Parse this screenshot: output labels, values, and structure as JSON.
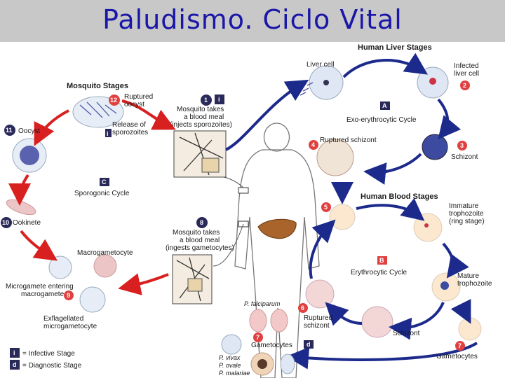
{
  "title": "Paludismo. Ciclo Vital",
  "colors": {
    "title": "#1a16a8",
    "header_bg": "#c8c8c8",
    "arrow_blue": "#1c2a8c",
    "arrow_red": "#d92020",
    "badge_red": "#e04040",
    "badge_dark": "#2a2a5a"
  },
  "sections": {
    "mosquito": "Mosquito Stages",
    "liver": "Human Liver Stages",
    "blood": "Human Blood Stages"
  },
  "cycles": {
    "exo": {
      "badge": "A",
      "label": "Exo-erythrocytic Cycle"
    },
    "ery": {
      "badge": "B",
      "label": "Erythrocytic Cycle"
    },
    "spor": {
      "badge": "C",
      "label": "Sporogonic Cycle"
    }
  },
  "steps": {
    "s1": {
      "num": "1",
      "line1": "Mosquito takes",
      "line2": "a blood meal",
      "line3": "(injects sporozoites)"
    },
    "s8": {
      "num": "8",
      "line1": "Mosquito takes",
      "line2": "a blood meal",
      "line3": "(ingests gametocytes)"
    },
    "s2": {
      "num": "2",
      "line1": "Infected",
      "line2": "liver cell"
    },
    "liver_cell": "Liver cell",
    "s3": {
      "num": "3",
      "line1": "Schizont"
    },
    "s4": {
      "num": "4",
      "line1": "Ruptured schizont"
    },
    "s5": {
      "num": "5"
    },
    "immature": {
      "line1": "Immature",
      "line2": "trophozoite",
      "line3": "(ring stage)"
    },
    "mature": {
      "line1": "Mature",
      "line2": "trophozoite"
    },
    "schizont_blood": "Schizont",
    "s6": {
      "num": "6",
      "line1": "Ruptured",
      "line2": "schizont"
    },
    "s7a": {
      "num": "7",
      "line1": "Gametocytes"
    },
    "s7b": {
      "num": "7",
      "line1": "Gametocytes"
    },
    "species": {
      "falciparum": "P. falciparum",
      "vivax": "P. vivax",
      "ovale": "P. ovale",
      "malariae": "P. malariae"
    },
    "s12": {
      "num": "12",
      "line1": "Ruptured",
      "line2": "oocyst"
    },
    "release": {
      "line1": "Release of",
      "line2": "sporozoites"
    },
    "s11": {
      "num": "11",
      "line1": "Oocyst"
    },
    "s10": {
      "num": "10",
      "line1": "Ookinete"
    },
    "macro": "Macrogametocyte",
    "s9": {
      "num": "9",
      "line1": "Microgamete entering",
      "line2": "macrogamete"
    },
    "exfl": {
      "line1": "Exflagellated",
      "line2": "microgametocyte"
    }
  },
  "legend": {
    "infective": {
      "badge": "i",
      "label": "= Infective Stage"
    },
    "diagnostic": {
      "badge": "d",
      "label": "= Diagnostic Stage"
    }
  }
}
